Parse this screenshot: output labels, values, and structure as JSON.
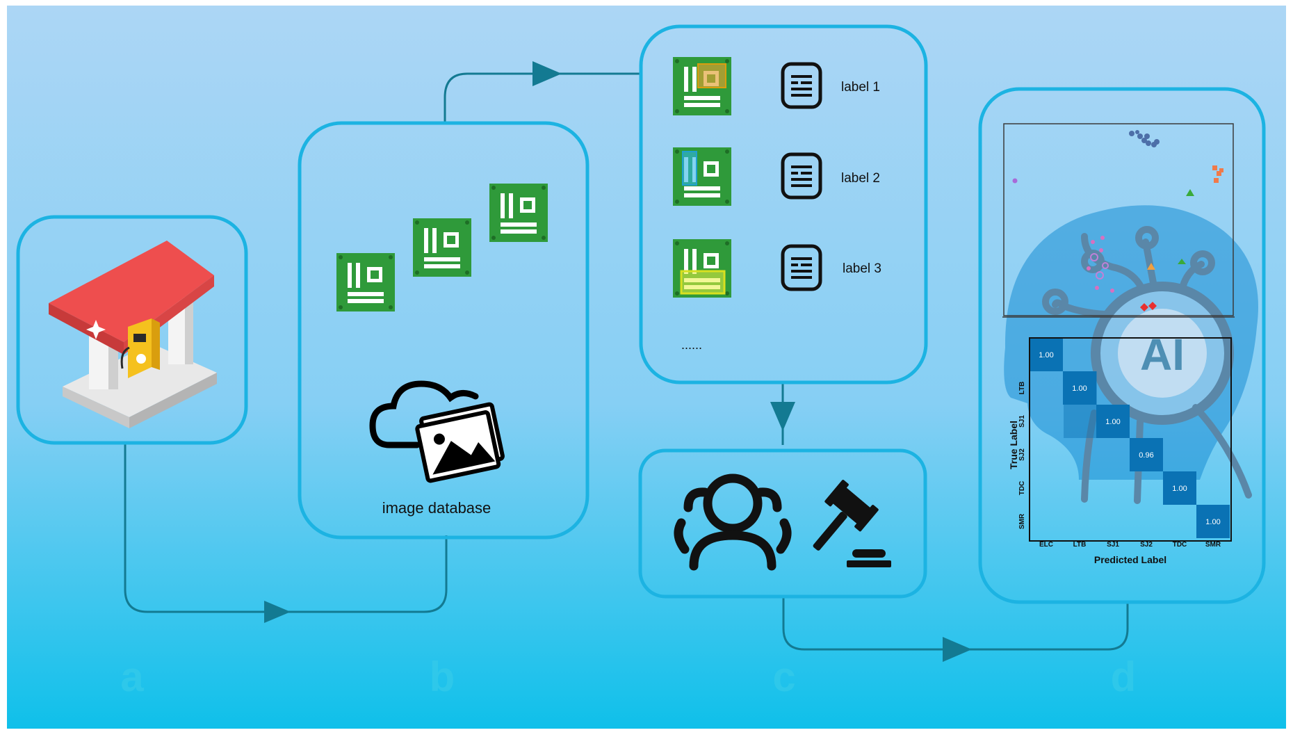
{
  "panels": {
    "a": {
      "letter": "a"
    },
    "b": {
      "letter": "b",
      "caption": "image database"
    },
    "c": {
      "letter": "c",
      "labels": [
        "label 1",
        "label 2",
        "label 3"
      ],
      "ellipsis": "......"
    },
    "d": {
      "letter": "d",
      "ai_text": "AI",
      "confusion_matrix": {
        "classes": [
          "ELC",
          "LTB",
          "SJ1",
          "SJ2",
          "TDC",
          "SMR"
        ],
        "y_tick_labels": [
          "LTB",
          "SJ1",
          "SJ2",
          "TDC",
          "SMR"
        ],
        "diagonal": [
          "1.00",
          "1.00",
          "1.00",
          "0.96",
          "1.00",
          "1.00"
        ],
        "xlabel": "Predicted Label",
        "ylabel": "True Label"
      }
    }
  },
  "colors": {
    "bg_top": "#acd6f5",
    "bg_bottom": "#0fc0ea",
    "frame": "#1cb3e2",
    "arrow": "#137a92",
    "pcb": "#2f9a3a",
    "pcb_dark": "#1e6e26",
    "roof": "#ee4e4e",
    "pump": "#f5c11e",
    "matrix_cell": "#0a72b4"
  }
}
